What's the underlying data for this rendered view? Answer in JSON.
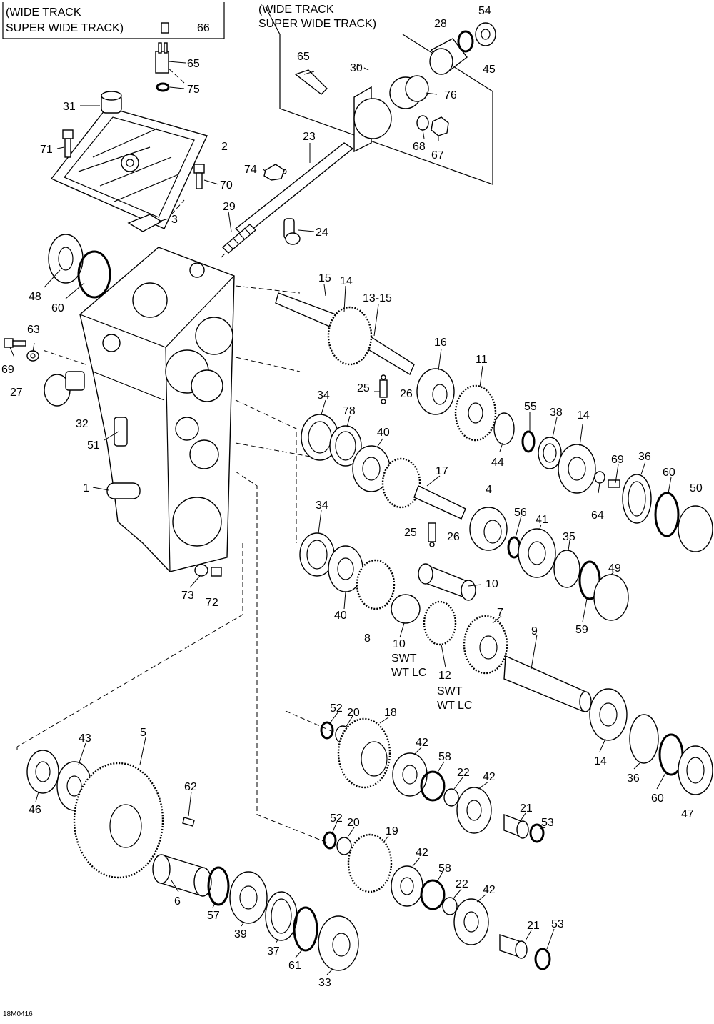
{
  "diagram": {
    "drawing_code": "18M0416",
    "notes": [
      {
        "id": "note-left",
        "lines": [
          "(WIDE TRACK",
          "SUPER WIDE TRACK)"
        ],
        "tag": "66"
      },
      {
        "id": "note-right",
        "lines": [
          "(WIDE TRACK",
          "SUPER WIDE TRACK)"
        ]
      }
    ],
    "variant_labels": [
      {
        "id": "variant-10",
        "lines": [
          "SWT",
          "WT LC"
        ]
      },
      {
        "id": "variant-12",
        "lines": [
          "SWT",
          "WT LC"
        ]
      }
    ],
    "callouts": [
      {
        "id": "c54a",
        "text": "54"
      },
      {
        "id": "c28",
        "text": "28"
      },
      {
        "id": "c65a",
        "text": "65"
      },
      {
        "id": "c75",
        "text": "75"
      },
      {
        "id": "c31",
        "text": "31"
      },
      {
        "id": "c2",
        "text": "2"
      },
      {
        "id": "c71",
        "text": "71"
      },
      {
        "id": "c70",
        "text": "70"
      },
      {
        "id": "c3",
        "text": "3"
      },
      {
        "id": "c48",
        "text": "48"
      },
      {
        "id": "c60a",
        "text": "60"
      },
      {
        "id": "c63",
        "text": "63"
      },
      {
        "id": "c69a",
        "text": "69"
      },
      {
        "id": "c27",
        "text": "27"
      },
      {
        "id": "c32",
        "text": "32"
      },
      {
        "id": "c51",
        "text": "51"
      },
      {
        "id": "c1",
        "text": "1"
      },
      {
        "id": "c73",
        "text": "73"
      },
      {
        "id": "c72",
        "text": "72"
      },
      {
        "id": "c65b",
        "text": "65"
      },
      {
        "id": "c30",
        "text": "30"
      },
      {
        "id": "c45",
        "text": "45"
      },
      {
        "id": "c76",
        "text": "76"
      },
      {
        "id": "c68",
        "text": "68"
      },
      {
        "id": "c67",
        "text": "67"
      },
      {
        "id": "c23",
        "text": "23"
      },
      {
        "id": "c74",
        "text": "74"
      },
      {
        "id": "c29",
        "text": "29"
      },
      {
        "id": "c24",
        "text": "24"
      },
      {
        "id": "c15",
        "text": "15"
      },
      {
        "id": "c14a",
        "text": "14"
      },
      {
        "id": "c1315",
        "text": "13-15"
      },
      {
        "id": "c16",
        "text": "16"
      },
      {
        "id": "c11",
        "text": "11"
      },
      {
        "id": "c25a",
        "text": "25"
      },
      {
        "id": "c26a",
        "text": "26"
      },
      {
        "id": "c34a",
        "text": "34"
      },
      {
        "id": "c78",
        "text": "78"
      },
      {
        "id": "c40a",
        "text": "40"
      },
      {
        "id": "c44",
        "text": "44"
      },
      {
        "id": "c55",
        "text": "55"
      },
      {
        "id": "c38",
        "text": "38"
      },
      {
        "id": "c14b",
        "text": "14"
      },
      {
        "id": "c69b",
        "text": "69"
      },
      {
        "id": "c36a",
        "text": "36"
      },
      {
        "id": "c60b",
        "text": "60"
      },
      {
        "id": "c50",
        "text": "50"
      },
      {
        "id": "c64",
        "text": "64"
      },
      {
        "id": "c17",
        "text": "17"
      },
      {
        "id": "c4",
        "text": "4"
      },
      {
        "id": "c34b",
        "text": "34"
      },
      {
        "id": "c56",
        "text": "56"
      },
      {
        "id": "c41",
        "text": "41"
      },
      {
        "id": "c25b",
        "text": "25"
      },
      {
        "id": "c26b",
        "text": "26"
      },
      {
        "id": "c35",
        "text": "35"
      },
      {
        "id": "c49",
        "text": "49"
      },
      {
        "id": "c10a",
        "text": "10"
      },
      {
        "id": "c59",
        "text": "59"
      },
      {
        "id": "c40b",
        "text": "40"
      },
      {
        "id": "c8",
        "text": "8"
      },
      {
        "id": "c10b",
        "text": "10"
      },
      {
        "id": "c7",
        "text": "7"
      },
      {
        "id": "c9",
        "text": "9"
      },
      {
        "id": "c12",
        "text": "12"
      },
      {
        "id": "c52a",
        "text": "52"
      },
      {
        "id": "c20a",
        "text": "20"
      },
      {
        "id": "c18",
        "text": "18"
      },
      {
        "id": "c42a",
        "text": "42"
      },
      {
        "id": "c58a",
        "text": "58"
      },
      {
        "id": "c22a",
        "text": "22"
      },
      {
        "id": "c42b",
        "text": "42"
      },
      {
        "id": "c21a",
        "text": "21"
      },
      {
        "id": "c53a",
        "text": "53"
      },
      {
        "id": "c14c",
        "text": "14"
      },
      {
        "id": "c36b",
        "text": "36"
      },
      {
        "id": "c60c",
        "text": "60"
      },
      {
        "id": "c47",
        "text": "47"
      },
      {
        "id": "c5",
        "text": "5"
      },
      {
        "id": "c43",
        "text": "43"
      },
      {
        "id": "c46",
        "text": "46"
      },
      {
        "id": "c62",
        "text": "62"
      },
      {
        "id": "c6",
        "text": "6"
      },
      {
        "id": "c57",
        "text": "57"
      },
      {
        "id": "c39",
        "text": "39"
      },
      {
        "id": "c37",
        "text": "37"
      },
      {
        "id": "c61",
        "text": "61"
      },
      {
        "id": "c33",
        "text": "33"
      },
      {
        "id": "c52b",
        "text": "52"
      },
      {
        "id": "c20b",
        "text": "20"
      },
      {
        "id": "c19",
        "text": "19"
      },
      {
        "id": "c42c",
        "text": "42"
      },
      {
        "id": "c58b",
        "text": "58"
      },
      {
        "id": "c22b",
        "text": "22"
      },
      {
        "id": "c42d",
        "text": "42"
      },
      {
        "id": "c21b",
        "text": "21"
      },
      {
        "id": "c53b",
        "text": "53"
      }
    ]
  }
}
